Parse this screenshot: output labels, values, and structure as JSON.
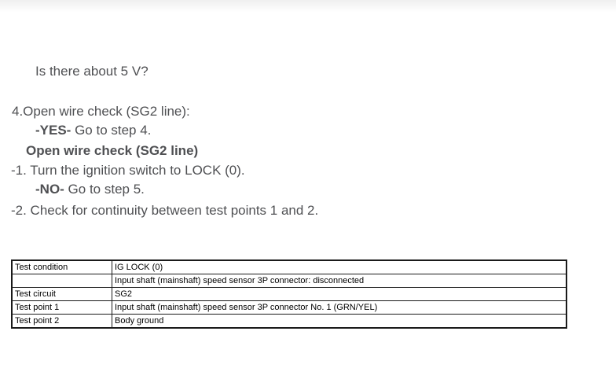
{
  "page": {
    "background": "#ffffff",
    "top_gradient_color": "#efefef"
  },
  "colors": {
    "body_text": "#4f5053",
    "table_text": "#000000",
    "table_border": "#1a1a1a"
  },
  "document": {
    "question_block": {
      "question": "Is there about 5 V?",
      "yes_label": "-YES-",
      "yes_rest": " Go to step 4.",
      "no_label": "-NO-",
      "no_rest": " Go to step 5."
    },
    "step_line": "4.Open wire check (SG2 line):",
    "procedure_title": "Open wire check (SG2 line)",
    "substep_1": "-1. Turn the ignition switch to LOCK (0).",
    "substep_2": "-2. Check for continuity between test points 1 and 2.",
    "table": {
      "rows": [
        {
          "label": "Test condition",
          "value": "IG LOCK (0)"
        },
        {
          "label": "",
          "value": "Input shaft (mainshaft) speed sensor 3P connector: disconnected"
        },
        {
          "label": "Test circuit",
          "value": "SG2"
        },
        {
          "label": "Test point 1",
          "value": "Input shaft (mainshaft) speed sensor 3P connector No. 1 (GRN/YEL)"
        },
        {
          "label": "Test point 2",
          "value": "Body ground"
        }
      ]
    }
  }
}
